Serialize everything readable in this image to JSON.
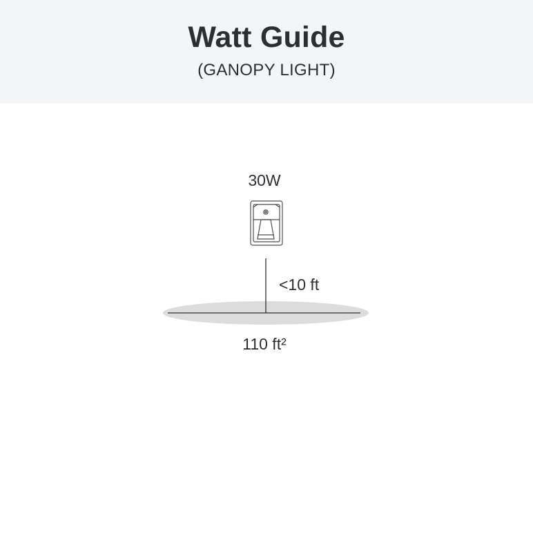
{
  "header": {
    "title": "Watt Guide",
    "subtitle": "(GANOPY LIGHT)"
  },
  "diagram": {
    "wattage": "30W",
    "mount_height": "<10 ft",
    "coverage_area": "110 ft²",
    "fixture_icon": "canopy-light-fixture-icon",
    "colors": {
      "light_pool": "#dcdcdc",
      "line": "#2b2f33",
      "header_bg": "#f3f6f9"
    }
  }
}
